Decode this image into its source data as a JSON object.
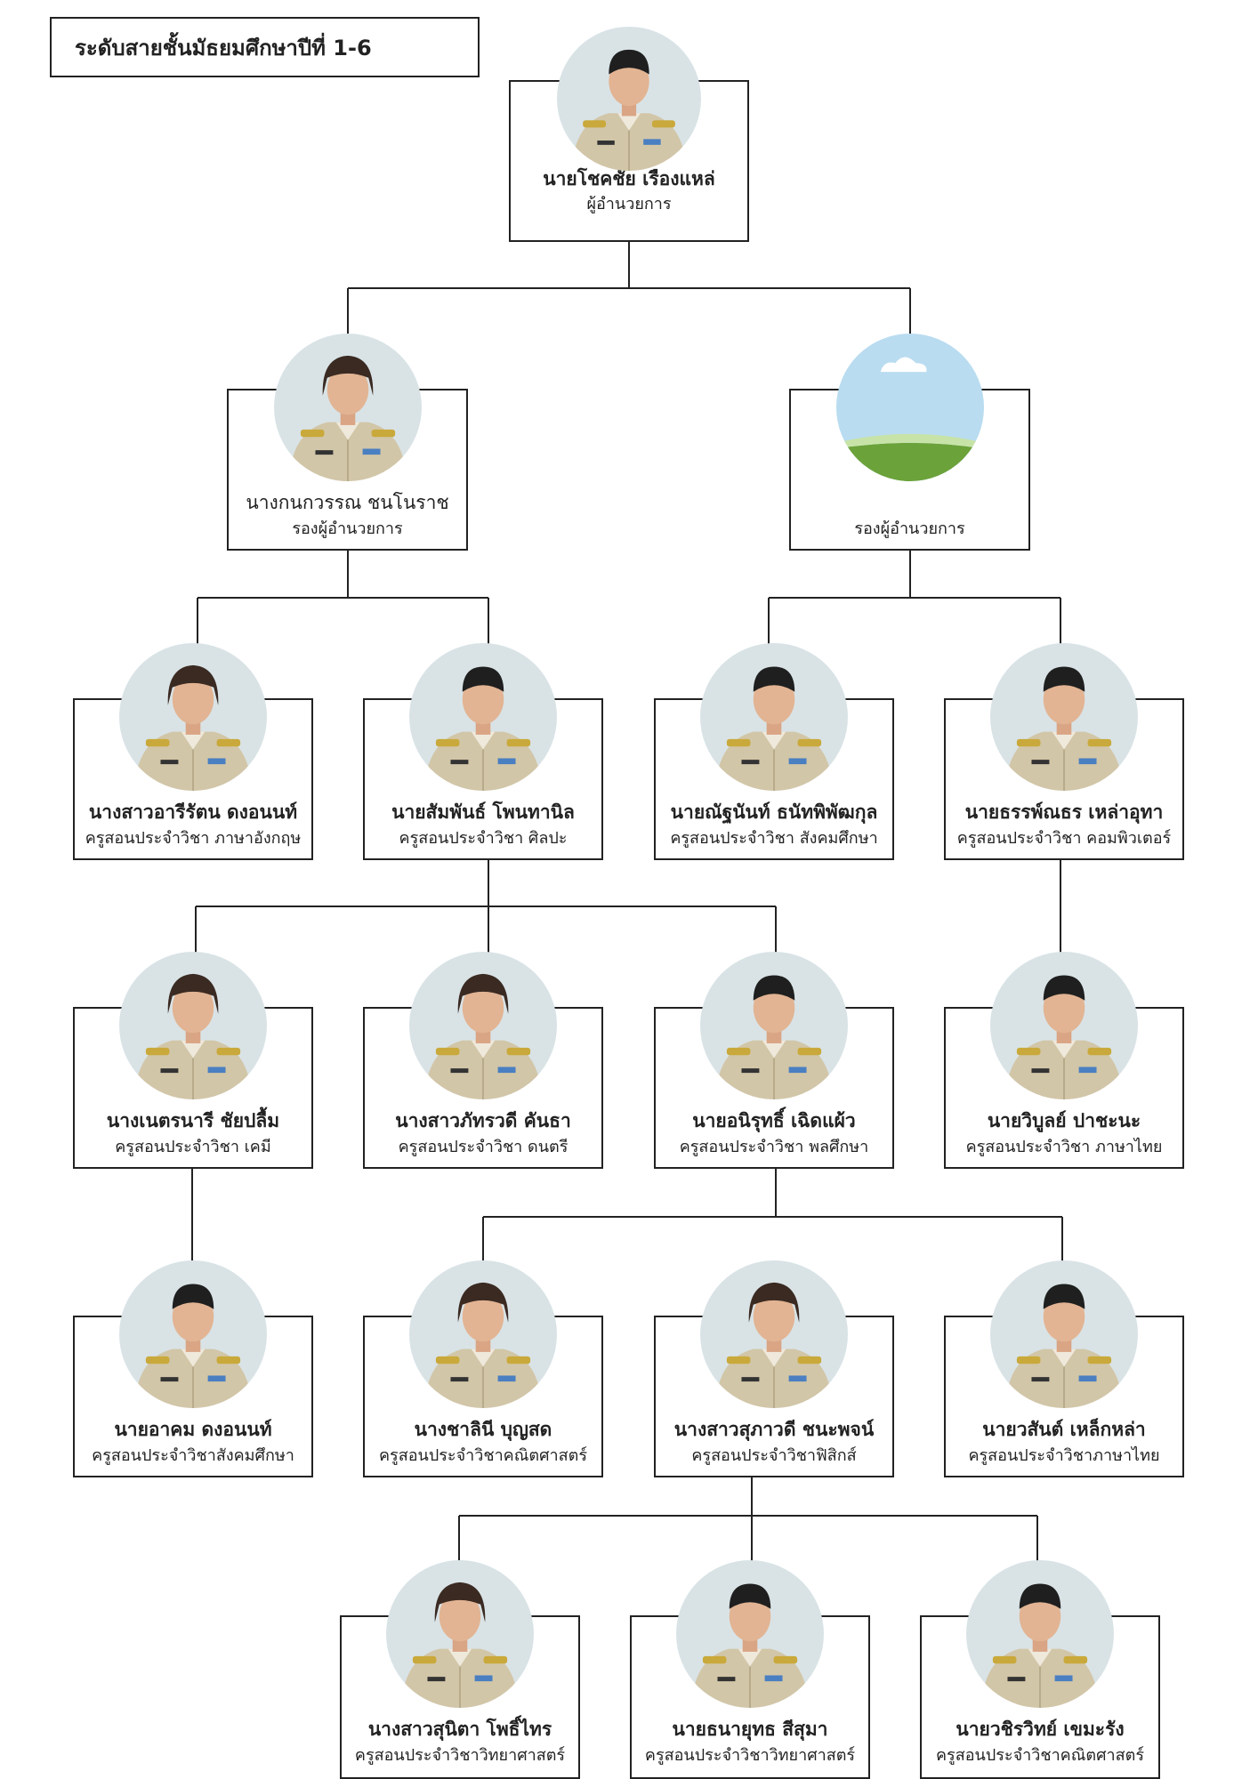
{
  "title": "ระดับสายชั้นมัธยมศึกษาปีที่ 1-6",
  "people": [
    {
      "id": "director",
      "name": "นายโชคชัย เรืองแหล่",
      "role": "ผู้อำนวยการ",
      "bold": true
    },
    {
      "id": "deputy-1",
      "name": "นางกนกวรรณ  ชนโนราช",
      "role": "รองผู้อำนวยการ",
      "bold": false
    },
    {
      "id": "deputy-2",
      "name": "",
      "role": "รองผู้อำนวยการ",
      "bold": false,
      "placeholder": true
    },
    {
      "id": "t1",
      "name": "นางสาวอารีรัตน ดงอนนท์",
      "role": "ครูสอนประจำวิชา ภาษาอังกฤษ",
      "bold": true
    },
    {
      "id": "t2",
      "name": "นายสัมพันธ์  โพนทานิล",
      "role": "ครูสอนประจำวิชา ศิลปะ",
      "bold": true
    },
    {
      "id": "t3",
      "name": "นายณัฐนันท์  ธนัทพิพัฒกุล",
      "role": "ครูสอนประจำวิชา สังคมศึกษา",
      "bold": true
    },
    {
      "id": "t4",
      "name": "นายธรรพ์ณธร เหล่าอุทา",
      "role": "ครูสอนประจำวิชา คอมพิวเตอร์",
      "bold": true
    },
    {
      "id": "t5",
      "name": "นางเนตรนารี ชัยปลื้ม",
      "role": "ครูสอนประจำวิชา เคมี",
      "bold": true
    },
    {
      "id": "t6",
      "name": "นางสาวภัทรวดี คันธา",
      "role": "ครูสอนประจำวิชา ดนตรี",
      "bold": true
    },
    {
      "id": "t7",
      "name": "นายอนิรุทธิ์  เฉิดแผ้ว",
      "role": "ครูสอนประจำวิชา พลศึกษา",
      "bold": true
    },
    {
      "id": "t8",
      "name": "นายวิบูลย์ ปาชะนะ",
      "role": "ครูสอนประจำวิชา ภาษาไทย",
      "bold": true
    },
    {
      "id": "t9",
      "name": "นายอาคม  ดงอนนท์",
      "role": "ครูสอนประจำวิชาสังคมศึกษา",
      "bold": true
    },
    {
      "id": "t10",
      "name": "นางชาลินี บุญสด",
      "role": "ครูสอนประจำวิชาคณิตศาสตร์",
      "bold": true
    },
    {
      "id": "t11",
      "name": "นางสาวสุภาวดี ชนะพจน์",
      "role": "ครูสอนประจำวิชาฟิสิกส์",
      "bold": true
    },
    {
      "id": "t12",
      "name": "นายวสันต์ เหล็กหล่า",
      "role": "ครูสอนประจำวิชาภาษาไทย",
      "bold": true
    },
    {
      "id": "t13",
      "name": "นางสาวสุนิตา โพธิ์ไทร",
      "role": "ครูสอนประจำวิชาวิทยาศาสตร์",
      "bold": true
    },
    {
      "id": "t14",
      "name": "นายธนายุทธ สีสุมา",
      "role": "ครูสอนประจำวิชาวิทยาศาสตร์",
      "bold": true
    },
    {
      "id": "t15",
      "name": "นายวชิรวิทย์ เขมะรัง",
      "role": "ครูสอนประจำวิชาคณิตศาสตร์",
      "bold": true
    }
  ],
  "colors": {
    "line": "#222222",
    "uniform": "#d2c6a8",
    "photo_bg": "#d9e3e6",
    "sky": "#b9dcf0",
    "grass": "#6ba23a"
  }
}
